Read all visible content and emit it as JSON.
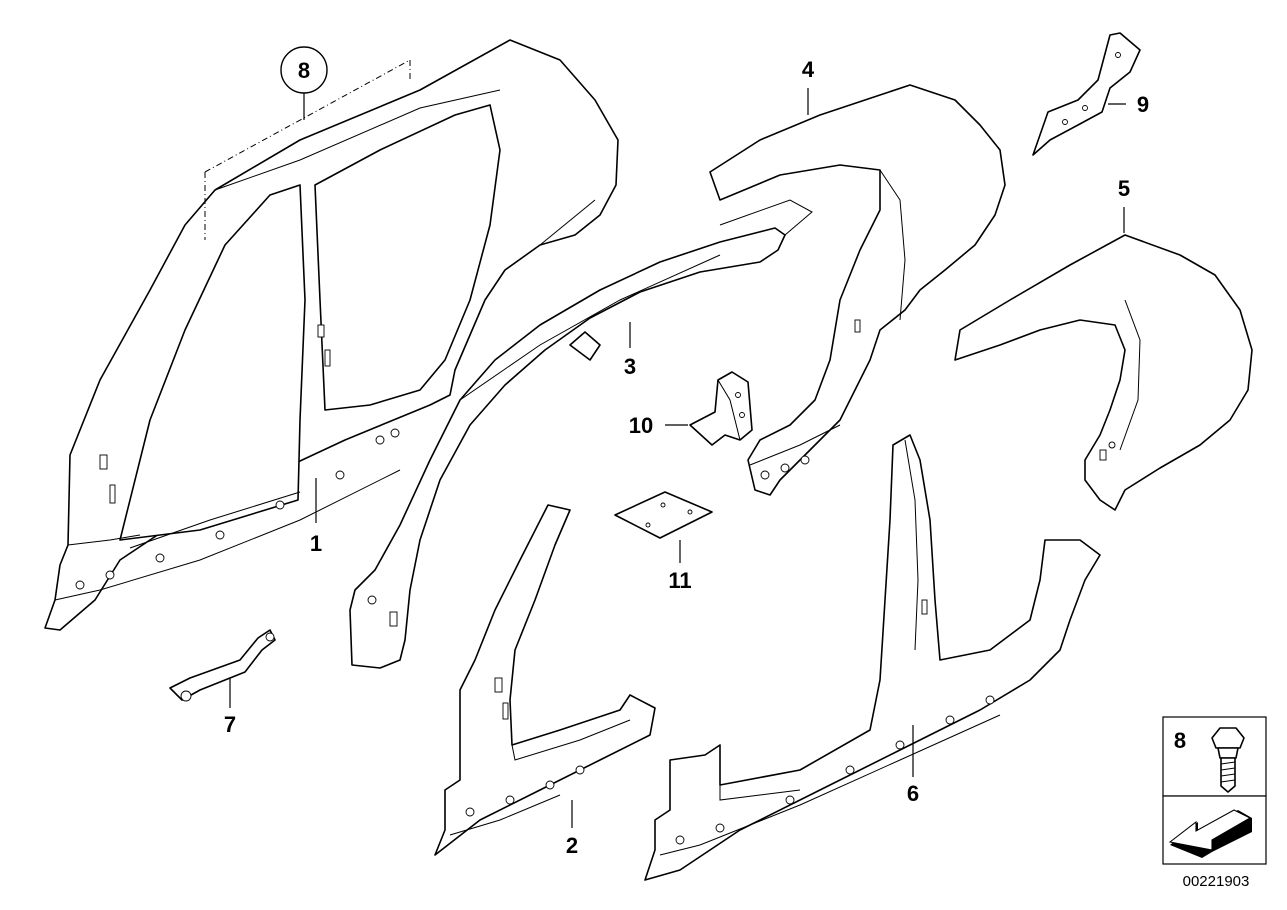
{
  "callouts": {
    "c1": "1",
    "c2": "2",
    "c3": "3",
    "c4": "4",
    "c5": "5",
    "c6": "6",
    "c7": "7",
    "c8_circled": "8",
    "c9": "9",
    "c10": "10",
    "c11": "11",
    "c8_box": "8"
  },
  "diagram_id": "00221903",
  "icons": [
    "bolt-icon",
    "arrow-icon"
  ]
}
